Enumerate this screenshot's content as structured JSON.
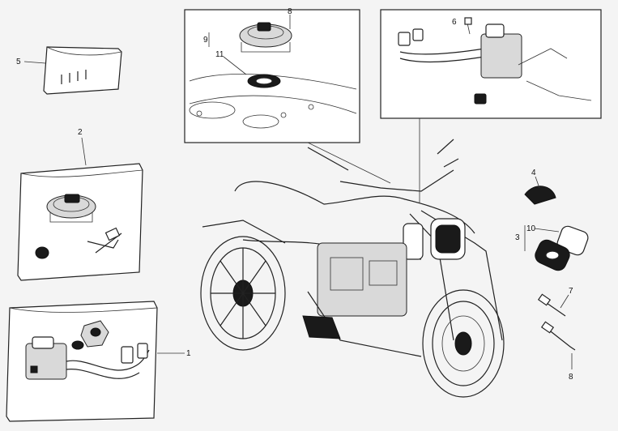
{
  "callouts": {
    "c1": "1",
    "c2": "2",
    "c3": "3",
    "c4": "4",
    "c5": "5",
    "c6": "6",
    "c7": "7",
    "c8": "8",
    "c9": "9",
    "c10": "10",
    "c11": "11"
  },
  "colors": {
    "background": "#f4f4f4",
    "line": "#222222",
    "panel": "#ffffff",
    "fill_dark": "#1a1a1a"
  }
}
